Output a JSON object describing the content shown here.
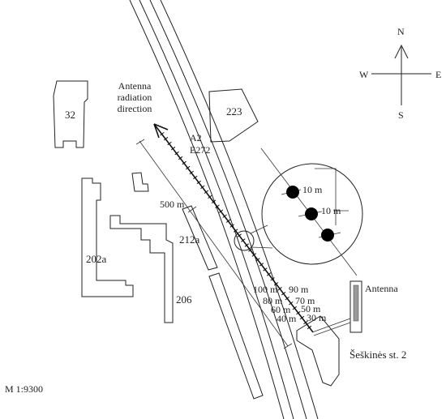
{
  "compass": {
    "n": "N",
    "s": "S",
    "e": "E",
    "w": "W"
  },
  "labels": {
    "antenna_dir_line1": "Antenna",
    "antenna_dir_line2": "radiation",
    "antenna_dir_line3": "direction",
    "road_a2": "A2",
    "road_e272": "E272",
    "bld_32": "32",
    "bld_223": "223",
    "bld_202a": "202a",
    "bld_212a": "212a",
    "bld_206": "206",
    "dist_500": "500 m",
    "antenna": "Antenna",
    "address": "Šeškinės st. 2",
    "scale": "M 1:9300"
  },
  "distance_marks": [
    "100 m",
    "90 m",
    "80 m",
    "70 m",
    "60 m",
    "50 m",
    "40 m",
    "30 m"
  ],
  "inset_marks": [
    "10 m",
    "10 m"
  ]
}
